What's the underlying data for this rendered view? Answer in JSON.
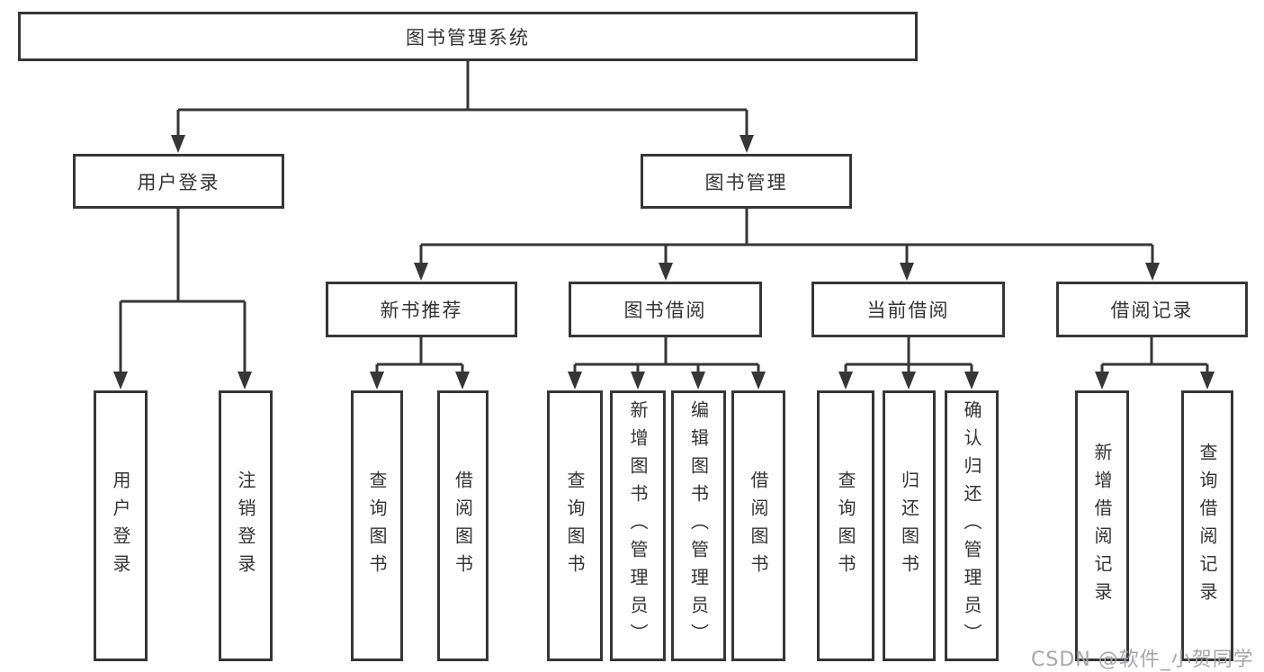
{
  "diagram": {
    "root": {
      "label": "图书管理系统",
      "children": [
        {
          "label": "用户登录",
          "children": [
            {
              "label": "用户登录"
            },
            {
              "label": "注销登录"
            }
          ]
        },
        {
          "label": "图书管理",
          "children": [
            {
              "label": "新书推荐",
              "children": [
                {
                  "label": "查询图书"
                },
                {
                  "label": "借阅图书"
                }
              ]
            },
            {
              "label": "图书借阅",
              "children": [
                {
                  "label": "查询图书"
                },
                {
                  "label": "新增图书（管理员）"
                },
                {
                  "label": "编辑图书（管理员）"
                },
                {
                  "label": "借阅图书"
                }
              ]
            },
            {
              "label": "当前借阅",
              "children": [
                {
                  "label": "查询图书"
                },
                {
                  "label": "归还图书"
                },
                {
                  "label": "确认归还（管理员）"
                }
              ]
            },
            {
              "label": "借阅记录",
              "children": [
                {
                  "label": "新增借阅记录"
                },
                {
                  "label": "查询借阅记录"
                }
              ]
            }
          ]
        }
      ]
    }
  },
  "watermark": {
    "text": "CSDN @软件_小贺同学"
  },
  "colors": {
    "line": "#363636",
    "text": "#333333",
    "watermark": "#a0a2a5",
    "background": "#ffffff"
  }
}
